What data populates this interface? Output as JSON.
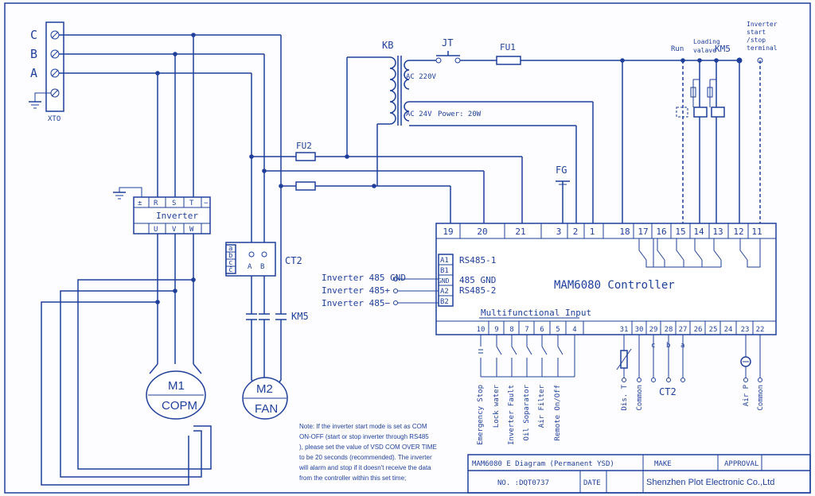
{
  "terminal_block": {
    "phases": [
      "C",
      "B",
      "A"
    ],
    "name": "XTO"
  },
  "transformer": {
    "name": "KB",
    "primary": "AC 220V",
    "secondary": "AC 24V",
    "power": "Power: 20W"
  },
  "fuses": {
    "fu1": "FU1",
    "fu2": "FU2"
  },
  "switch_jt": "JT",
  "fg": "FG",
  "inverter": {
    "title": "Inverter",
    "top_terminals": [
      "±",
      "R",
      "S",
      "T",
      "−"
    ],
    "bottom_terminals": [
      "U",
      "V",
      "W"
    ]
  },
  "ct2_block": {
    "label": "CT2",
    "side_labels": [
      "a",
      "b",
      "c",
      "c̄"
    ],
    "pins": [
      "A",
      "B"
    ]
  },
  "km5_label": "KM5",
  "motors": [
    {
      "id": "M1",
      "name": "COPM"
    },
    {
      "id": "M2",
      "name": "FAN"
    }
  ],
  "controller": {
    "title": "MAM6080 Controller",
    "top_terminals": [
      "19",
      "20",
      "21",
      "3",
      "2",
      "1",
      "18",
      "17",
      "16",
      "15",
      "14",
      "13",
      "12",
      "11"
    ],
    "bottom_terminals": [
      "10",
      "9",
      "8",
      "7",
      "6",
      "5",
      "4",
      "31",
      "30",
      "29",
      "28",
      "27",
      "26",
      "25",
      "24",
      "23",
      "22"
    ],
    "comm_left": [
      "A1",
      "B1",
      "GND",
      "A2",
      "B2"
    ],
    "rs485_1": "RS485-1",
    "gnd_485": "485 GND",
    "rs485_2": "RS485-2",
    "multifunctional": "Multifunctional Input"
  },
  "inverter_485": [
    "Inverter 485 GND",
    "Inverter 485+",
    "Inverter 485−"
  ],
  "outputs_top": {
    "run": "Run",
    "loading": "Loading\nvalave",
    "km5": "KM5",
    "inverter_start": "Inverter\nstart\n/stop\nterminal"
  },
  "inputs_bottom": [
    "Emergency Stop",
    "Lock water",
    "Inverter Fault",
    "Oil Soparator",
    "Air Filter",
    "Remote On/Off"
  ],
  "dis_t": [
    "Dis. T",
    "Common"
  ],
  "ct2_inputs": {
    "letters": [
      "c",
      "b",
      "a"
    ],
    "label": "CT2"
  },
  "air_p": [
    "Air P",
    "Common"
  ],
  "note": [
    "Note: If the inverter start mode is set as COM",
    "ON-OFF (start or stop inverter through RS485",
    "), please set the value of VSD COM OVER TIME",
    "to be 20 seconds (recommended).  The inverter",
    "will alarm and stop if it doesn't receive the data",
    "from the controller within this set time;"
  ],
  "title_block": {
    "diagram": "MAM6080 E Diagram (Permanent YSD)",
    "make": "MAKE",
    "approval": "APPROVAL",
    "number": "NO. :DQT0737",
    "date": "DATE",
    "company": "Shenzhen Plot Electronic Co.,Ltd"
  }
}
